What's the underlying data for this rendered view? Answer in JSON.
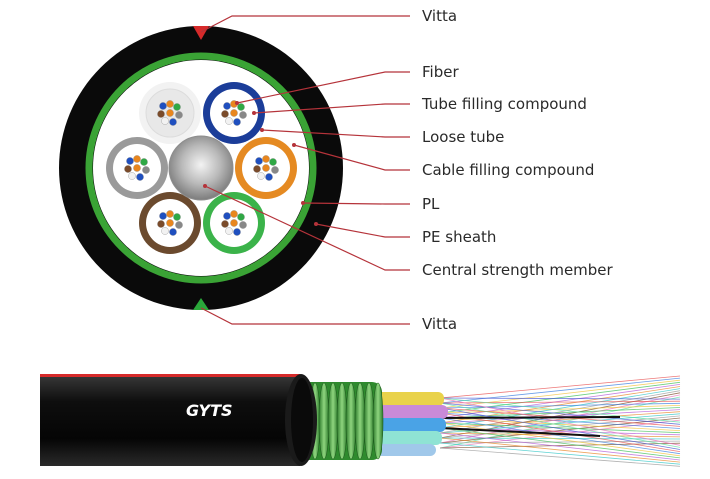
{
  "labels": {
    "vitta_top": "Vitta",
    "fiber": "Fiber",
    "tube_filling": "Tube filling compound",
    "loose_tube": "Loose tube",
    "cable_filling": "Cable filling compound",
    "pl": "PL",
    "pe_sheath": "PE sheath",
    "central_member": "Central strength member",
    "vitta_bottom": "Vitta"
  },
  "cable_brand": "GYTS",
  "colors": {
    "leader_line": "#b5333a",
    "sheath": "#0a0a0a",
    "armor_green": "#3aa335",
    "tube_white": "#f2f2f2",
    "tube_blue": "#1b3d99",
    "tube_orange": "#e58a22",
    "tube_green": "#3bb34a",
    "tube_brown": "#6b4a2e",
    "tube_grey": "#9a9a9a",
    "vitta_marker": "#d62a2a",
    "vitta_marker_bottom": "#2aa83a"
  },
  "tubes": [
    {
      "name": "white",
      "color": "#f2f2f2",
      "fiber_fill": "#e8e8e8"
    },
    {
      "name": "blue",
      "color": "#1b3d99",
      "fiber_fill": "#ffffff"
    },
    {
      "name": "orange",
      "color": "#e58a22",
      "fiber_fill": "#ffffff"
    },
    {
      "name": "green",
      "color": "#3bb34a",
      "fiber_fill": "#ffffff"
    },
    {
      "name": "brown",
      "color": "#6b4a2e",
      "fiber_fill": "#ffffff"
    },
    {
      "name": "grey",
      "color": "#9a9a9a",
      "fiber_fill": "#ffffff"
    }
  ],
  "fiber_colors": [
    "#1f4fbf",
    "#e8861e",
    "#2fa845",
    "#7a4b2a",
    "#888888",
    "#f2f2f2"
  ]
}
